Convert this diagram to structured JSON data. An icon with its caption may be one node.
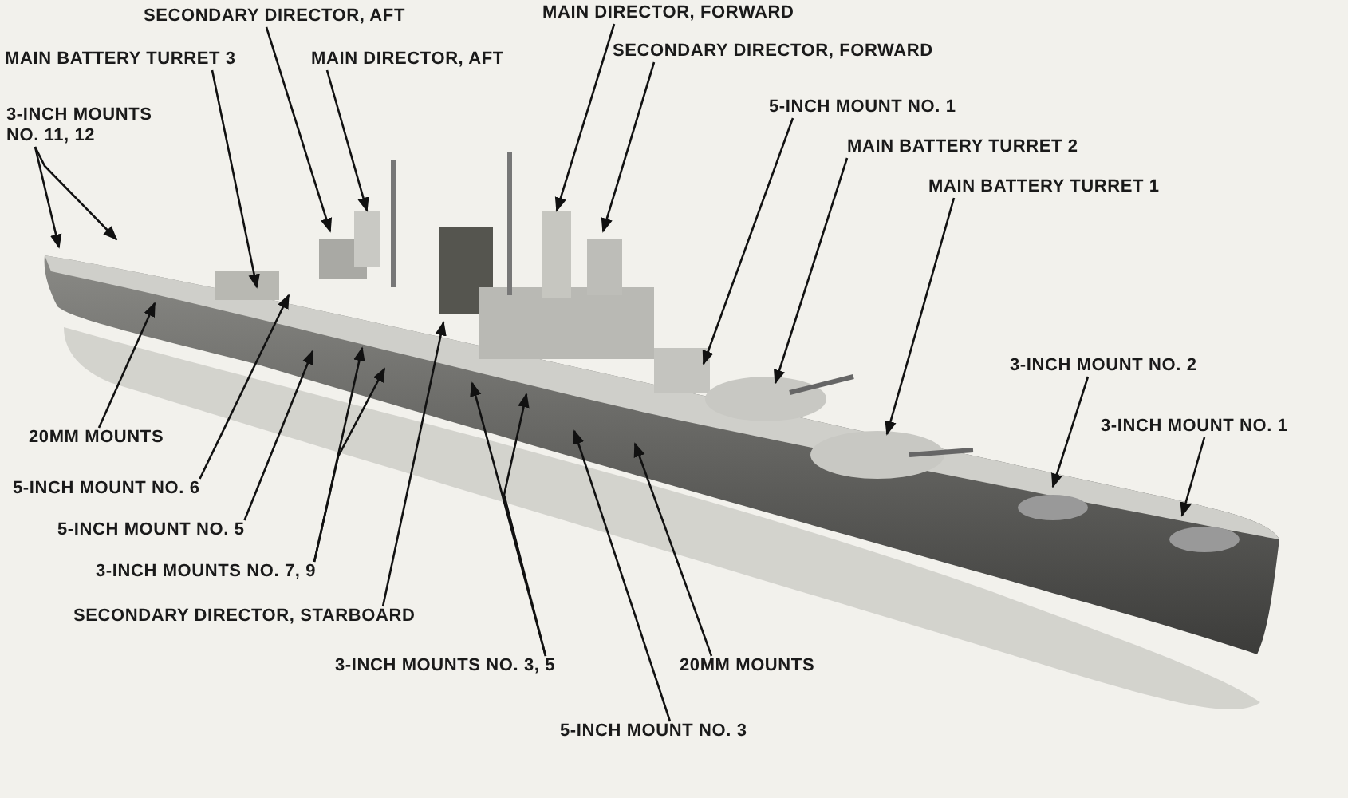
{
  "diagram": {
    "nodes": [
      {
        "text": [
          "SECONDARY DIRECTOR, AFT"
        ]
      },
      {
        "text": [
          "MAIN DIRECTOR, FORWARD"
        ]
      },
      {
        "text": [
          "MAIN BATTERY TURRET 3"
        ]
      },
      {
        "text": [
          "MAIN DIRECTOR, AFT"
        ]
      },
      {
        "text": [
          "SECONDARY DIRECTOR, FORWARD"
        ]
      },
      {
        "text": [
          "3-INCH MOUNTS NO. 11, 12"
        ]
      },
      {
        "text": [
          "5-INCH MOUNT NO. 1"
        ]
      },
      {
        "text": [
          "MAIN BATTERY TURRET 2"
        ]
      },
      {
        "text": [
          "MAIN BATTERY TURRET 1"
        ]
      },
      {
        "text": [
          "3-INCH MOUNT NO. 2"
        ]
      },
      {
        "text": [
          "3-INCH MOUNT NO. 1"
        ]
      },
      {
        "text": [
          "20MM MOUNTS"
        ]
      },
      {
        "text": [
          "5-INCH MOUNT NO. 6"
        ]
      },
      {
        "text": [
          "5-INCH MOUNT NO. 5"
        ]
      },
      {
        "text": [
          "3-INCH MOUNTS NO. 7, 9"
        ]
      },
      {
        "text": [
          "SECONDARY DIRECTOR, STARBOARD"
        ]
      },
      {
        "text": [
          "3-INCH MOUNTS NO. 3, 5"
        ]
      },
      {
        "text": [
          "20MM MOUNTS"
        ]
      },
      {
        "text": [
          "5-INCH MOUNT NO. 3"
        ]
      }
    ],
    "edges": [
      {
        "from": 5,
        "to": null,
        "arrow": "to"
      },
      {
        "from": 5,
        "to": null,
        "arrow": "to"
      },
      {
        "from": 2,
        "to": null,
        "arrow": "to"
      },
      {
        "from": 0,
        "to": null,
        "arrow": "to"
      },
      {
        "from": 3,
        "to": null,
        "arrow": "to"
      },
      {
        "from": 1,
        "to": null,
        "arrow": "to"
      },
      {
        "from": 4,
        "to": null,
        "arrow": "to"
      },
      {
        "from": 6,
        "to": null,
        "arrow": "to"
      },
      {
        "from": 7,
        "to": null,
        "arrow": "to"
      },
      {
        "from": 8,
        "to": null,
        "arrow": "to"
      },
      {
        "from": 9,
        "to": null,
        "arrow": "to"
      },
      {
        "from": 10,
        "to": null,
        "arrow": "to"
      },
      {
        "from": 11,
        "to": null,
        "arrow": "to"
      },
      {
        "from": 12,
        "to": null,
        "arrow": "to"
      },
      {
        "from": 13,
        "to": null,
        "arrow": "to"
      },
      {
        "from": 14,
        "to": null,
        "arrow": "to"
      },
      {
        "from": 14,
        "to": null,
        "arrow": "to"
      },
      {
        "from": 15,
        "to": null,
        "arrow": "to"
      },
      {
        "from": 16,
        "to": null,
        "arrow": "to"
      },
      {
        "from": 16,
        "to": null,
        "arrow": "to"
      },
      {
        "from": 17,
        "to": null,
        "arrow": "to"
      },
      {
        "from": 18,
        "to": null,
        "arrow": "to"
      }
    ]
  }
}
